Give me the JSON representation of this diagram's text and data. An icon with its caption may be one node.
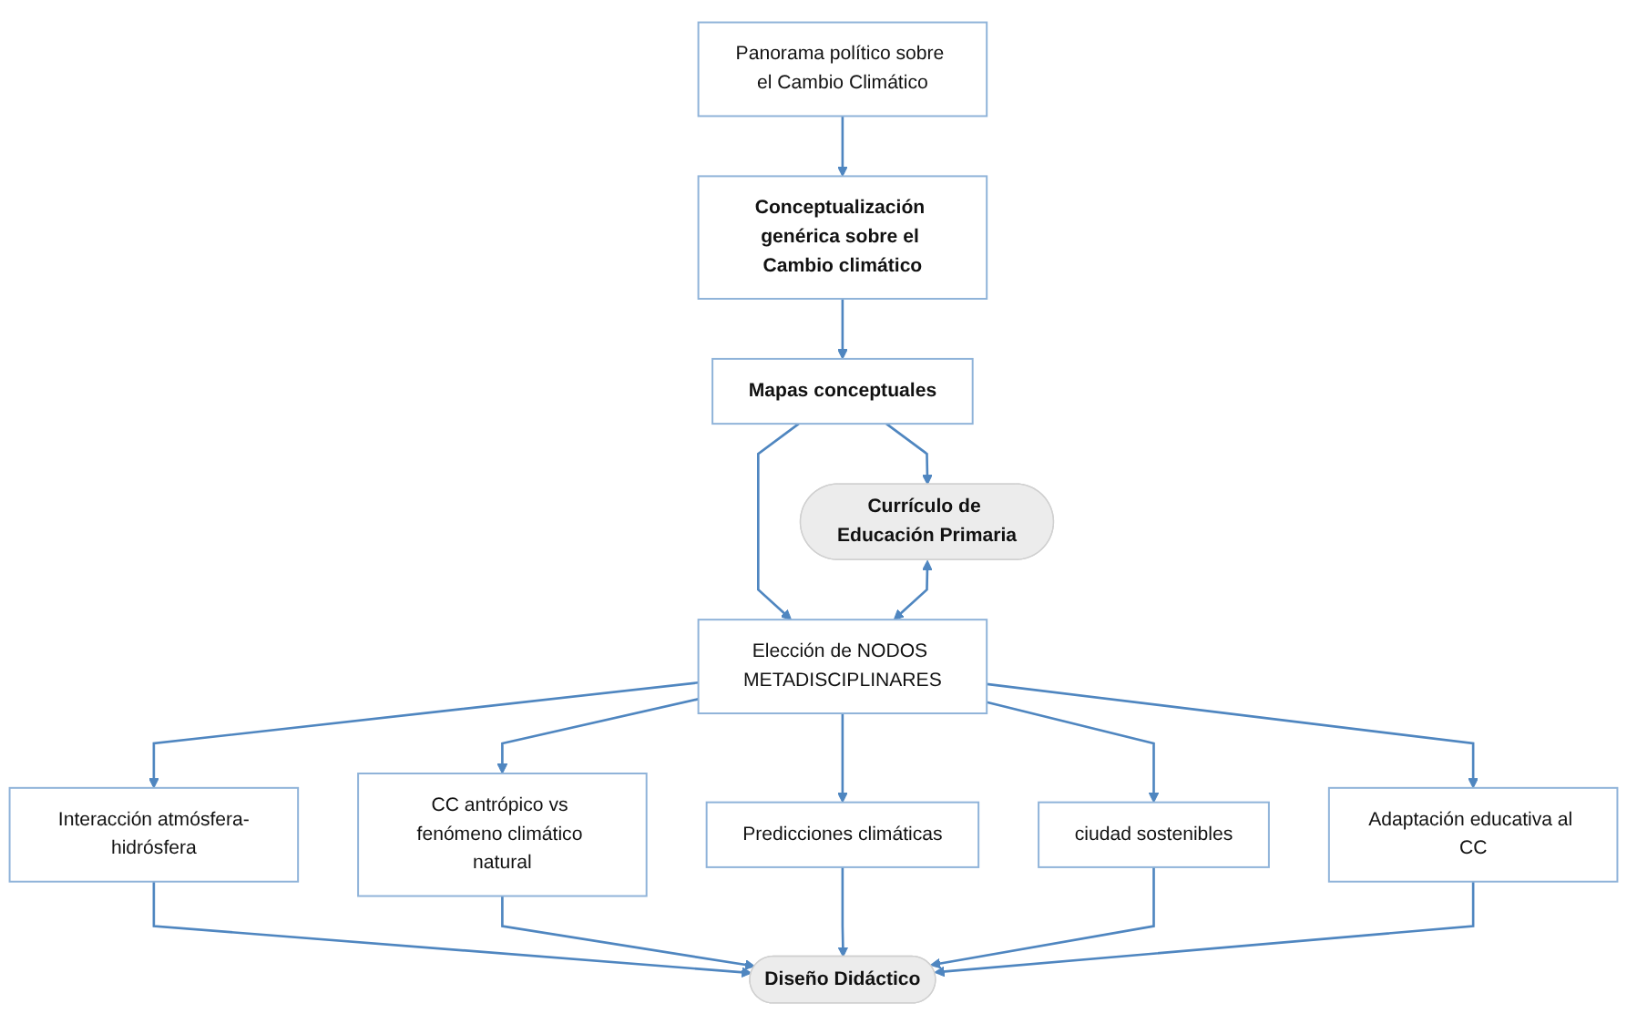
{
  "diagram": {
    "nodes": [
      {
        "text": [
          "Panorama político sobre el Cambio Climático"
        ]
      },
      {
        "text": [
          "Conceptualización genérica sobre el Cambio climático"
        ]
      },
      {
        "text": [
          "Mapas conceptuales"
        ]
      },
      {
        "text": [
          "Currículo de Educación Primaria"
        ]
      },
      {
        "text": [
          "Elección de NODOS METADISCIPLINARES"
        ]
      },
      {
        "text": [
          "Interacción atmósfera-hidrósfera"
        ]
      },
      {
        "text": [
          "CC antrópico vs fenómeno climático natural"
        ]
      },
      {
        "text": [
          "Predicciones climáticas"
        ]
      },
      {
        "text": [
          "ciudad sostenibles"
        ]
      },
      {
        "text": [
          "Adaptación educativa al CC"
        ]
      },
      {
        "text": [
          "Diseño Didáctico"
        ]
      }
    ],
    "edges": [
      {
        "from": 0,
        "to": 1,
        "arrow": "to"
      },
      {
        "from": 1,
        "to": 2,
        "arrow": "to"
      },
      {
        "from": 2,
        "to": 4,
        "arrow": "to"
      },
      {
        "from": 2,
        "to": 3,
        "arrow": "to"
      },
      {
        "from": 3,
        "to": 4,
        "arrow": "both"
      },
      {
        "from": 4,
        "to": 5,
        "arrow": "to"
      },
      {
        "from": 4,
        "to": 6,
        "arrow": "to"
      },
      {
        "from": 4,
        "to": 7,
        "arrow": "to"
      },
      {
        "from": 4,
        "to": 8,
        "arrow": "to"
      },
      {
        "from": 4,
        "to": 9,
        "arrow": "to"
      },
      {
        "from": 5,
        "to": 10,
        "arrow": "to"
      },
      {
        "from": 6,
        "to": 10,
        "arrow": "to"
      },
      {
        "from": 7,
        "to": 10,
        "arrow": "to"
      },
      {
        "from": 8,
        "to": 10,
        "arrow": "to"
      },
      {
        "from": 9,
        "to": 10,
        "arrow": "to"
      }
    ]
  }
}
